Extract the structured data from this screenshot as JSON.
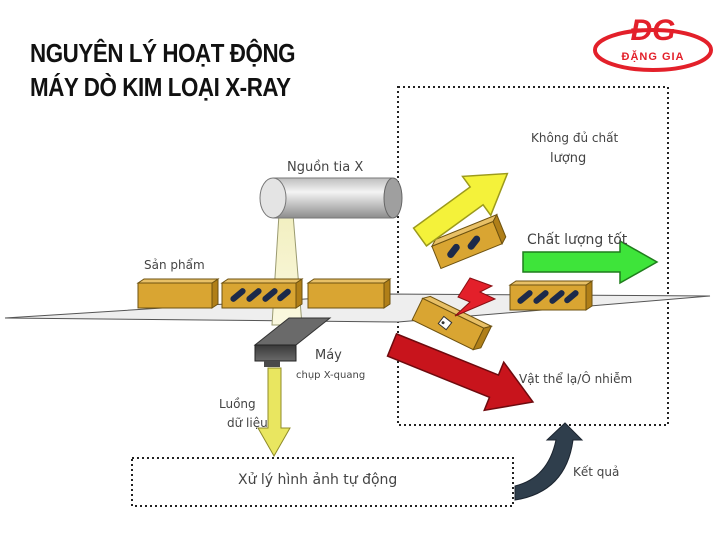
{
  "title": {
    "line1": "NGUYÊN LÝ HOẠT ĐỘNG",
    "line2": "MÁY DÒ KIM LOẠI X-RAY"
  },
  "logo": {
    "mark": "ĐG",
    "name": "ĐẶNG GIA",
    "color": "#e3202a"
  },
  "labels": {
    "xray_source": "Nguồn tia X",
    "product": "Sản phẩm",
    "machine": "Máy",
    "machine_sub": "chụp X-quang",
    "data_flow_1": "Luồng",
    "data_flow_2": "dữ liệu",
    "processing": "Xử lý hình ảnh tự động",
    "result": "Kết quả",
    "poor_quality_1": "Không đủ chất",
    "poor_quality_2": "lượng",
    "good_quality": "Chất lượng tốt",
    "foreign": "Vật thể lạ/Ô nhiễm"
  },
  "colors": {
    "box": "#d9a532",
    "yellow_arrow": "#f4f23a",
    "green_arrow": "#3ee43a",
    "red_arrow": "#c8141c",
    "data_arrow": "#e9e660",
    "result_arrow": "#2f3e4c",
    "conveyor": "#eeeeee"
  },
  "icons": [
    "lightning-icon",
    "contaminant-icon"
  ]
}
